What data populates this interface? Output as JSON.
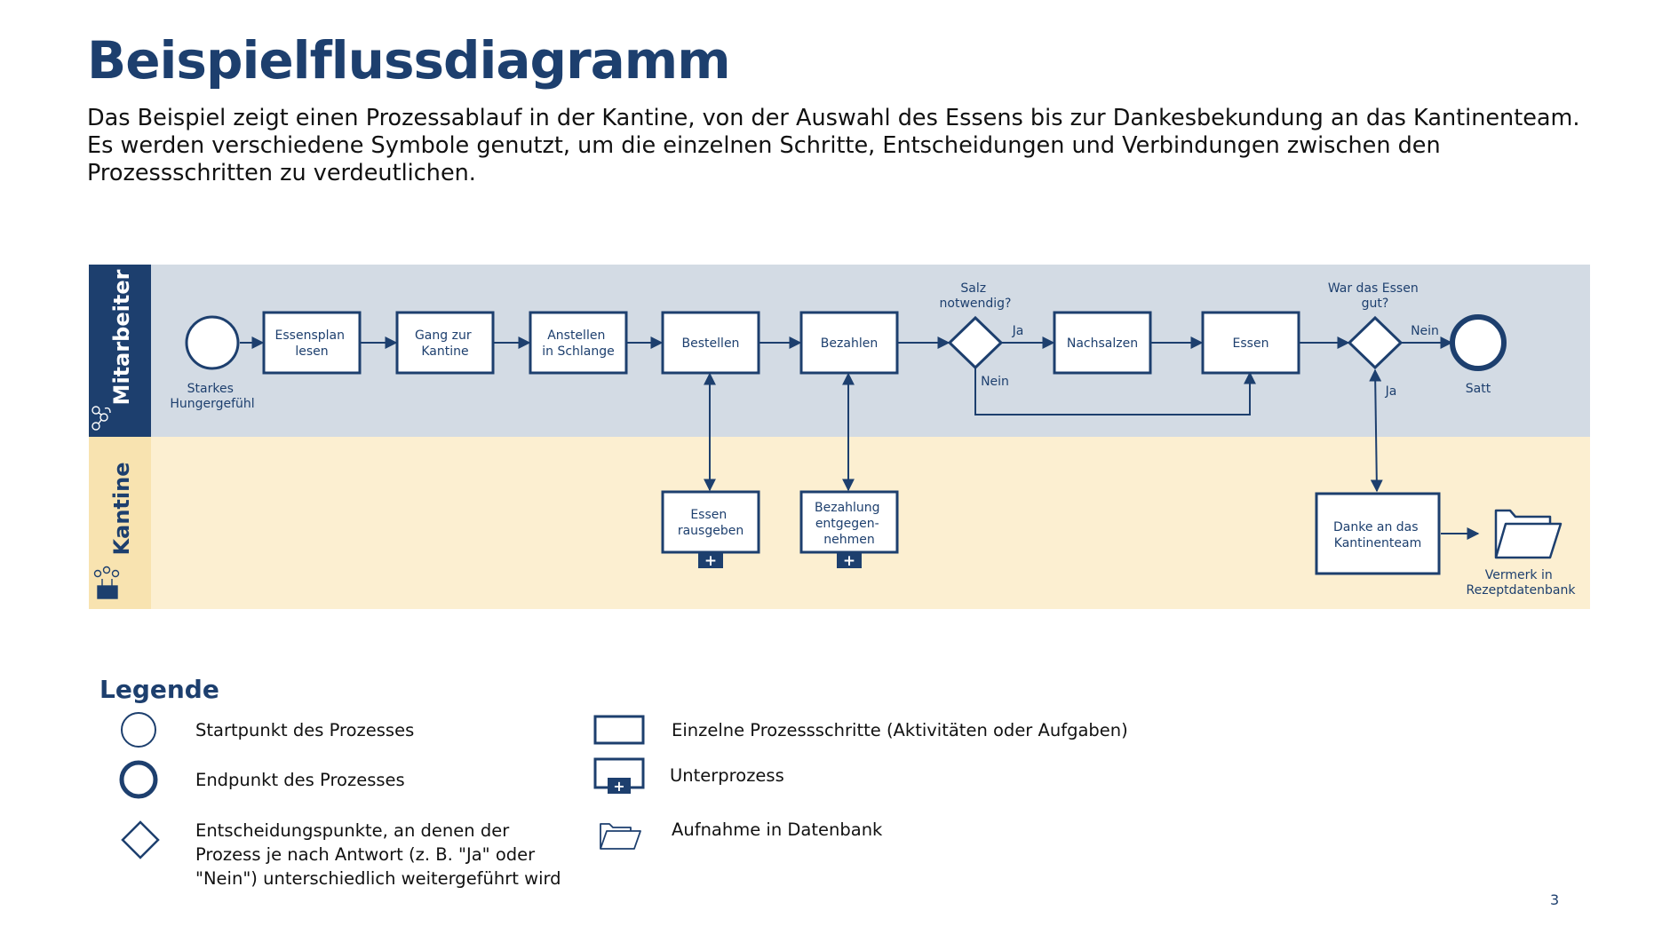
{
  "page": {
    "title": "Beispielflussdiagramm",
    "description_line1": "Das Beispiel zeigt einen Prozessablauf in der Kantine, von der Auswahl des Essens bis zur Dankesbekundung an das Kantinenteam.",
    "description_line2": "Es werden verschiedene Symbole genutzt, um die einzelnen Schritte, Entscheidungen und Verbindungen zwischen den Prozessschritten zu verdeutlichen.",
    "page_number": "3"
  },
  "colors": {
    "primary": "#1d3f6e",
    "lane_mitarbeiter_bg": "#d3dbe4",
    "lane_kantine_bg": "#fcefd1",
    "lane_kantine_header": "#f8e3b0"
  },
  "lanes": {
    "mitarbeiter": {
      "label": "Mitarbeiter",
      "icon": "network-icon"
    },
    "kantine": {
      "label": "Kantine",
      "icon": "cashier-icon"
    }
  },
  "nodes": {
    "start": {
      "label": "Starkes Hungergefühl"
    },
    "essensplan": {
      "label": "Essensplan lesen"
    },
    "gang": {
      "label": "Gang zur Kantine"
    },
    "anstellen": {
      "label": "Anstellen in Schlange"
    },
    "bestellen": {
      "label": "Bestellen"
    },
    "bezahlen": {
      "label": "Bezahlen"
    },
    "salz": {
      "label": "Salz notwendig?"
    },
    "nachsalzen": {
      "label": "Nachsalzen"
    },
    "essen": {
      "label": "Essen"
    },
    "gut": {
      "label": "War das Essen gut?"
    },
    "satt": {
      "label": "Satt"
    },
    "rausgeben": {
      "label": "Essen rausgeben"
    },
    "entgegennehmen": {
      "label": "Bezahlung entgegen-nehmen"
    },
    "danke": {
      "label": "Danke an das Kantinenteam"
    },
    "vermerk": {
      "label": "Vermerk in Rezeptdatenbank"
    }
  },
  "edge_labels": {
    "salz_ja": "Ja",
    "salz_nein": "Nein",
    "gut_nein": "Nein",
    "gut_ja": "Ja"
  },
  "legend": {
    "heading": "Legende",
    "items": {
      "start": "Startpunkt des Prozesses",
      "end": "Endpunkt des Prozesses",
      "decision": "Entscheidungspunkte, an denen der Prozess je nach Antwort (z. B. \"Ja\" oder \"Nein\") unterschiedlich weitergeführt wird",
      "task": "Einzelne Prozessschritte (Aktivitäten oder Aufgaben)",
      "subprocess": "Unterprozess",
      "database": "Aufnahme in Datenbank"
    }
  }
}
